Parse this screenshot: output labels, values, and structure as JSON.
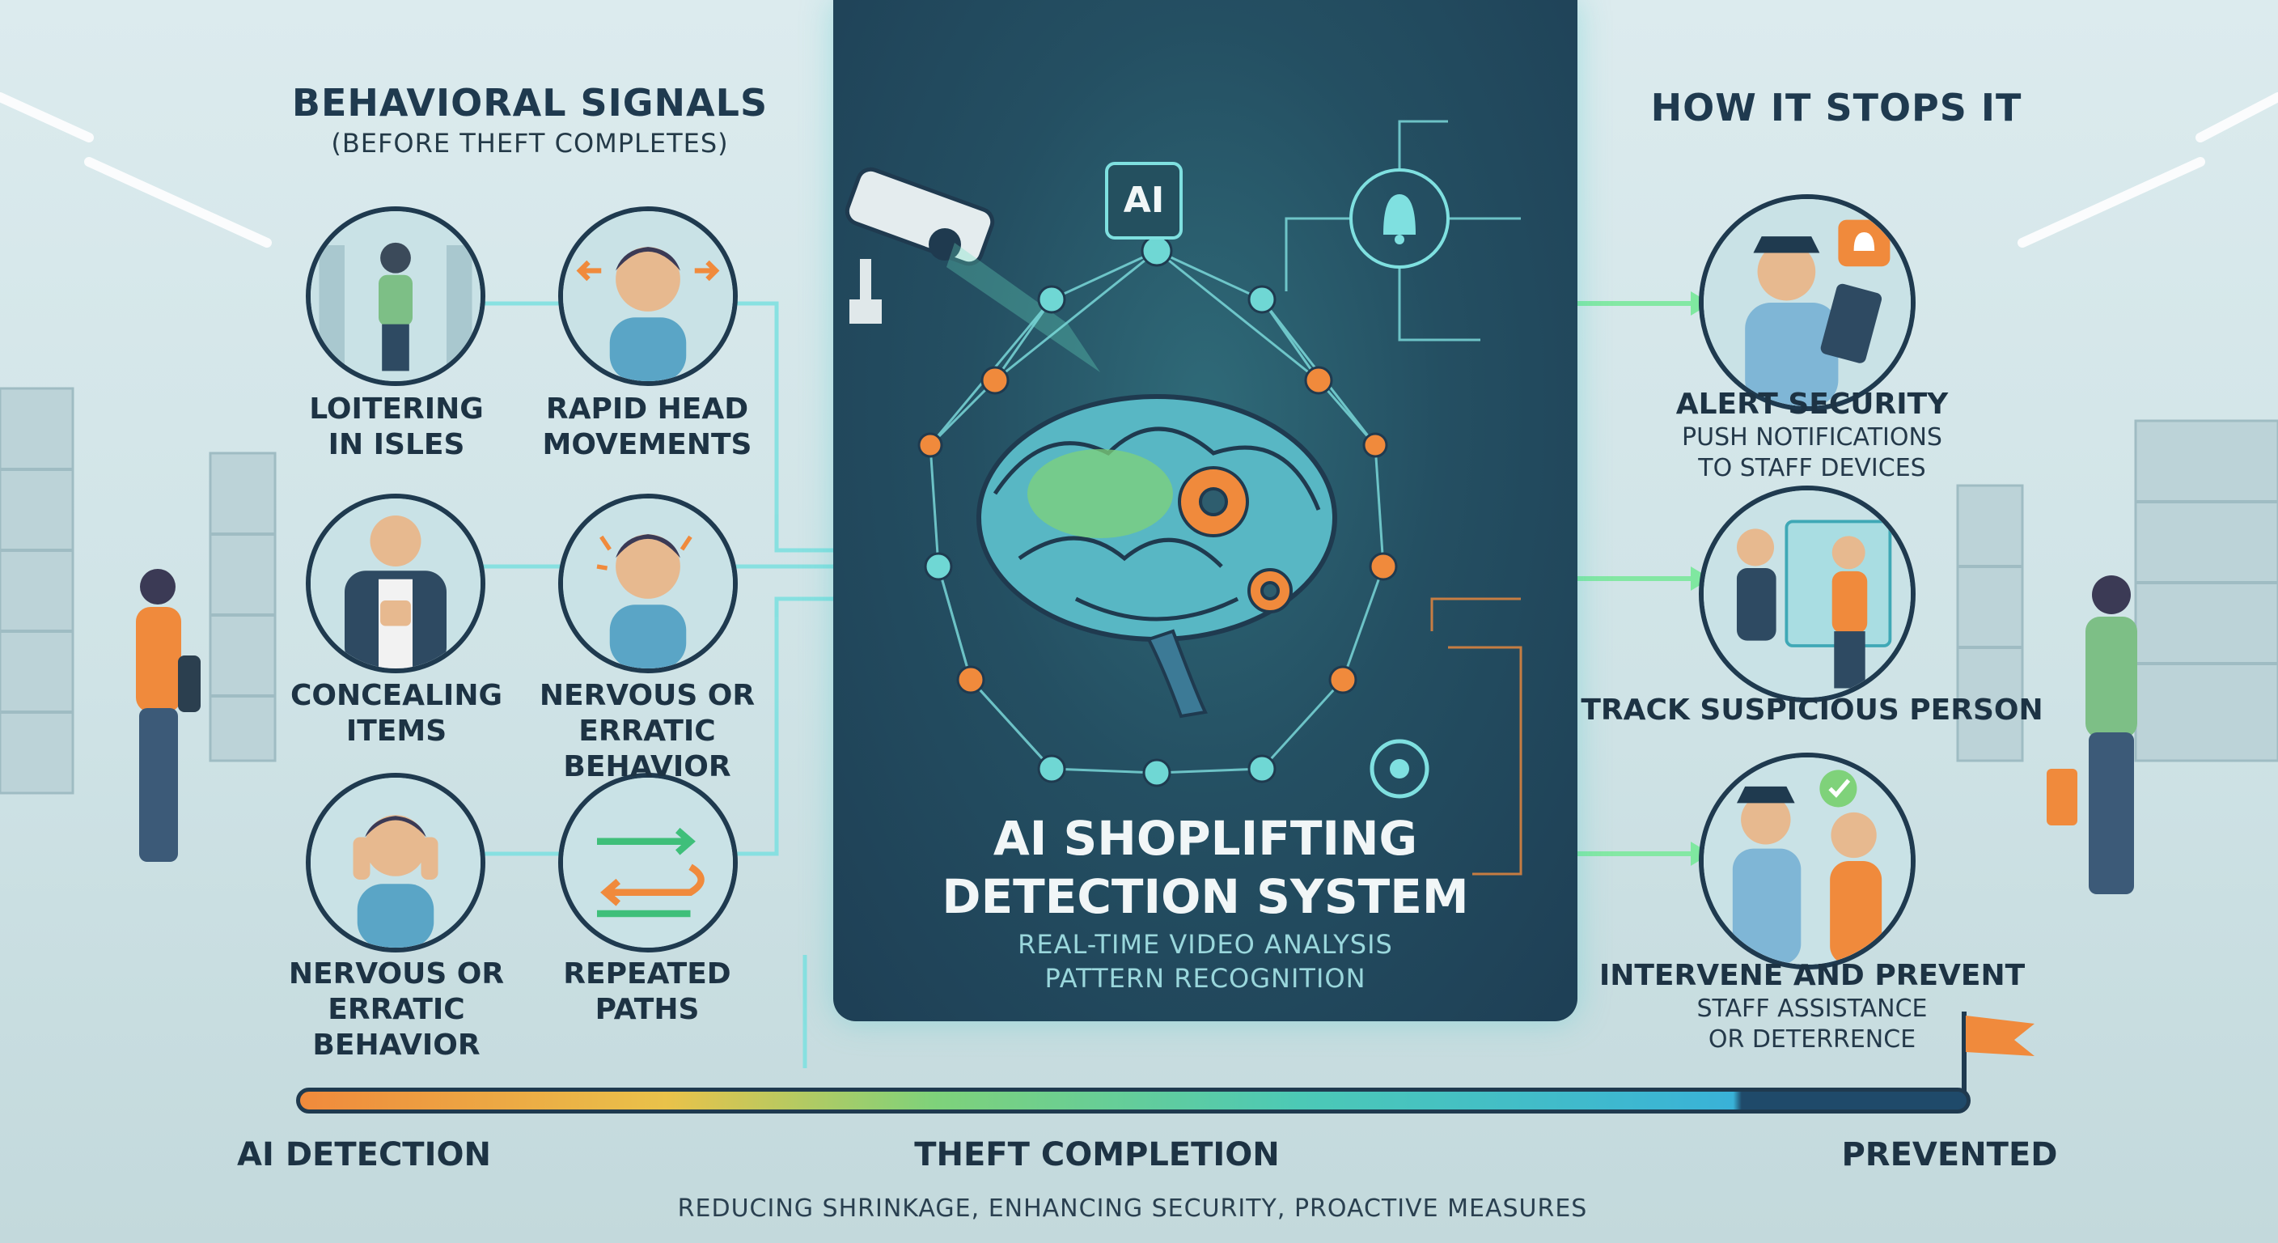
{
  "left": {
    "heading": "BEHAVIORAL SIGNALS",
    "subheading": "(BEFORE THEFT COMPLETES)",
    "signals": [
      {
        "line1": "LOITERING",
        "line2": "IN ISLES",
        "icon": "loitering-person-icon"
      },
      {
        "line1": "RAPID HEAD",
        "line2": "MOVEMENTS",
        "icon": "head-movement-icon"
      },
      {
        "line1": "CONCEALING",
        "line2": "ITEMS",
        "icon": "concealing-items-icon"
      },
      {
        "line1": "NERVOUS OR",
        "line2": "ERRATIC BEHAVIOR",
        "icon": "nervous-person-icon"
      },
      {
        "line1": "NERVOUS OR",
        "line2": "ERRATIC BEHAVIOR",
        "icon": "stressed-person-icon"
      },
      {
        "line1": "REPEATED",
        "line2": "PATHS",
        "icon": "repeated-paths-icon"
      }
    ]
  },
  "center": {
    "ai_badge": "AI",
    "title_line1": "AI SHOPLIFTING",
    "title_line2": "DETECTION SYSTEM",
    "subtitle_line1": "REAL-TIME VIDEO ANALYSIS",
    "subtitle_line2": "PATTERN RECOGNITION"
  },
  "right": {
    "heading": "HOW IT STOPS IT",
    "steps": [
      {
        "title": "ALERT SECURITY",
        "desc1": "PUSH NOTIFICATIONS",
        "desc2": "TO STAFF DEVICES",
        "icon": "security-alert-icon"
      },
      {
        "title": "TRACK SUSPICIOUS PERSON",
        "desc1": "",
        "desc2": "",
        "icon": "tracking-icon"
      },
      {
        "title": "INTERVENE AND PREVENT",
        "desc1": "STAFF ASSISTANCE",
        "desc2": "OR DETERRENCE",
        "icon": "intervene-icon"
      }
    ]
  },
  "timeline": {
    "start": "AI DETECTION",
    "middle": "THEFT COMPLETION",
    "end": "PREVENTED"
  },
  "tagline": "REDUCING SHRINKAGE, ENHANCING SECURITY, PROACTIVE MEASURES",
  "colors": {
    "navy": "#1f3a4f",
    "teal": "#4cc9b6",
    "orange": "#f08a3c",
    "green": "#7fd27a",
    "cyan_glow": "#7fe0e0"
  }
}
